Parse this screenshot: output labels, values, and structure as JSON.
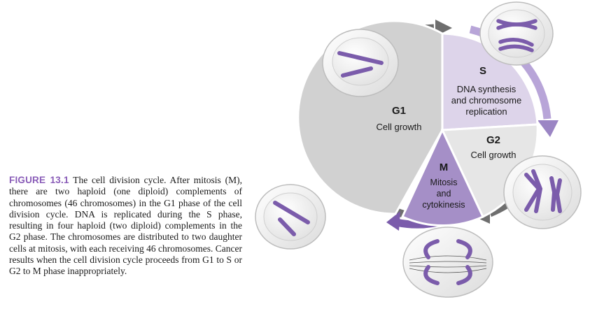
{
  "caption": {
    "label": "FIGURE 13.1",
    "text": "The cell division cycle. After mitosis (M), there are two haploid (one diploid) complements of chromosomes (46 chromosomes) in the G1 phase of the cell division cycle. DNA is replicated during the S phase, resulting in four haploid (two diploid) complements in the G2 phase. The chromosomes are distributed to two daughter cells at mitosis, with each receiving 46 chromosomes. Cancer results when the cell division cycle proceeds from G1 to S or G2 to M phase inappropriately."
  },
  "phases": {
    "g1": {
      "name": "G1",
      "desc": "Cell growth"
    },
    "s": {
      "name": "S",
      "desc_line1": "DNA synthesis",
      "desc_line2": "and chromosome",
      "desc_line3": "replication"
    },
    "g2": {
      "name": "G2",
      "desc": "Cell growth"
    },
    "m": {
      "name": "M",
      "desc_line1": "Mitosis",
      "desc_line2": "and",
      "desc_line3": "cytokinesis"
    }
  },
  "colors": {
    "g1_fill": "#d1d1d1",
    "s_fill": "#ddd4ea",
    "g2_fill": "#e6e6e6",
    "m_fill": "#a58fc7",
    "chromosome": "#7b5cab",
    "arrow_gray": "#6e6e6e",
    "arrow_purple": "#7b5cab",
    "caption_label": "#8a5db8"
  }
}
